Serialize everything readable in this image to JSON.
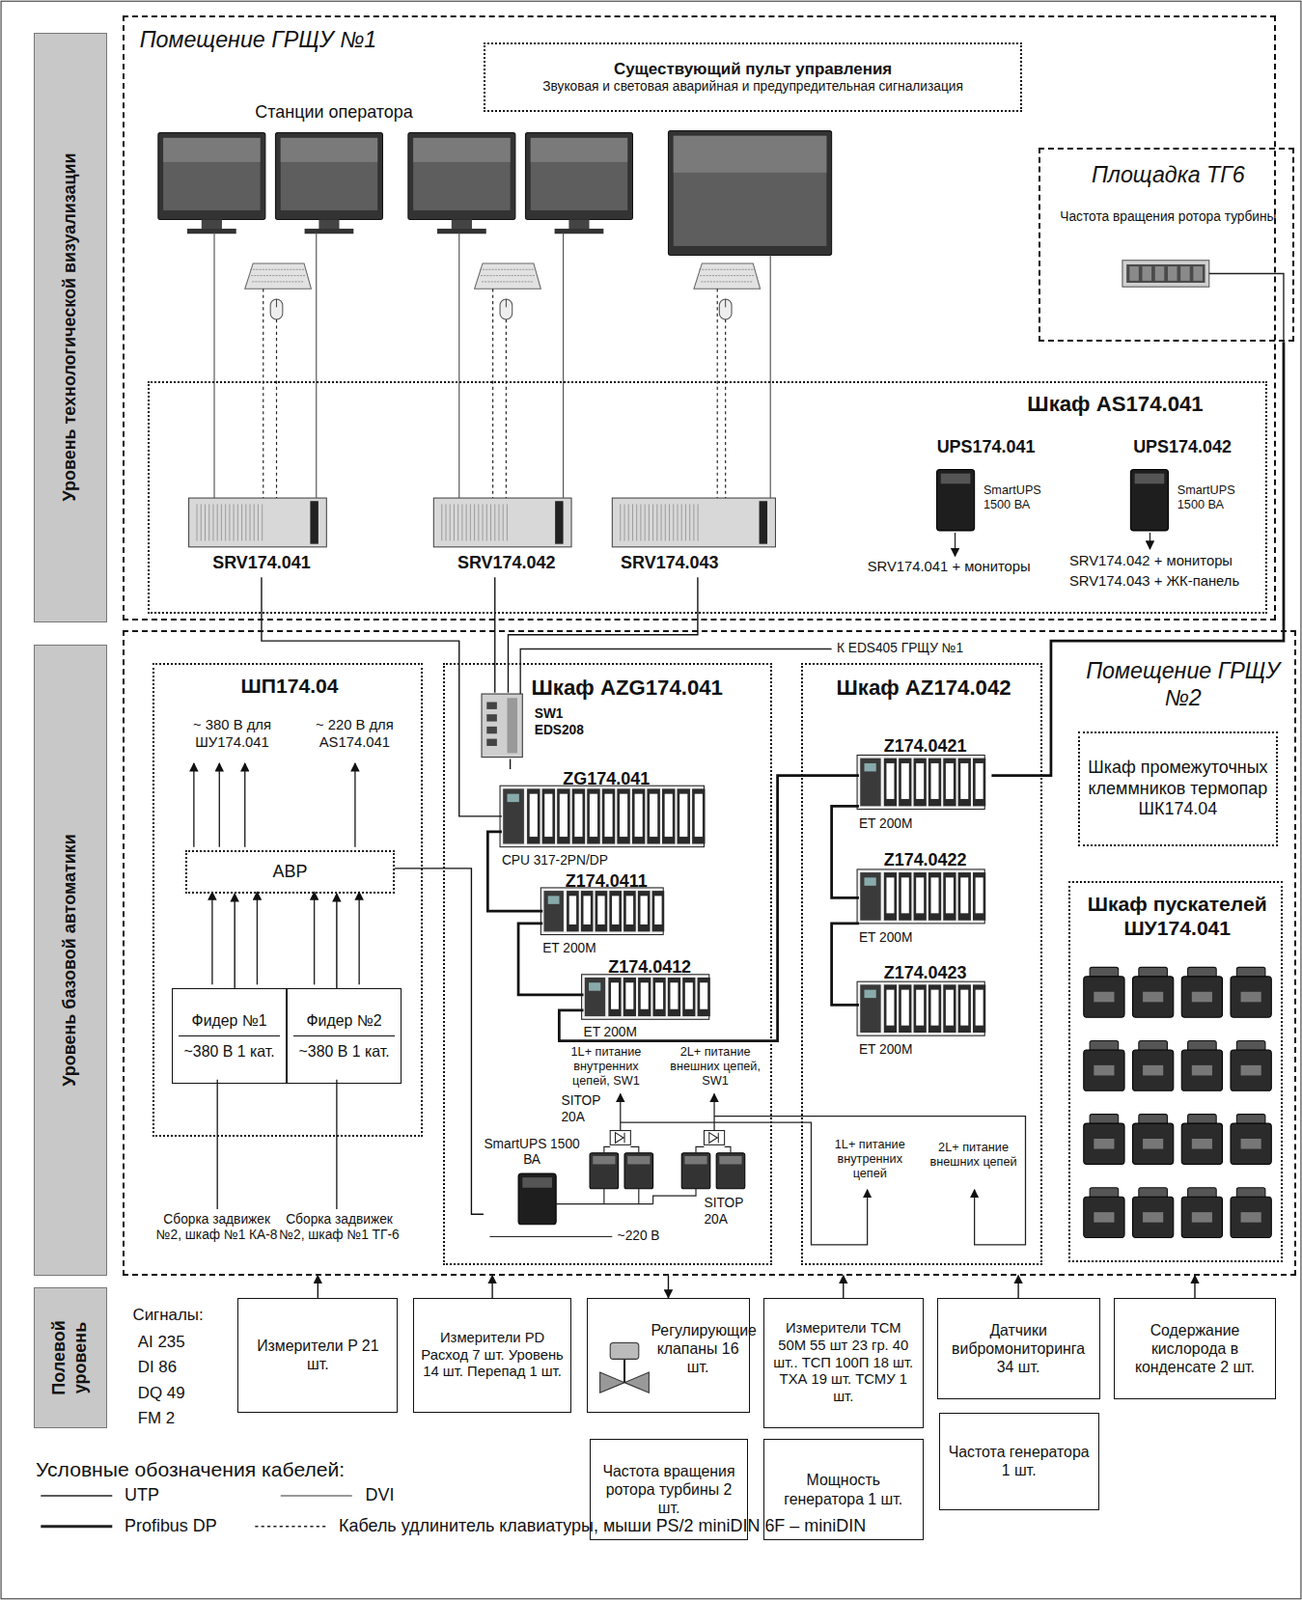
{
  "diagram": {
    "nodes": [
      {
        "text": [
          "Уровень технологической визуализации"
        ]
      },
      {
        "text": [
          "Уровень базовой автоматики"
        ]
      },
      {
        "text": [
          "Полевой уровень"
        ]
      },
      {
        "text": [
          "Помещение ГРЩУ №1"
        ]
      },
      {
        "text": [
          "Существующий пульт управления",
          "Звуковая и световая аварийная и предупредительная сигнализация"
        ],
        "in": 3
      },
      {
        "text": [
          "Шкаф AS174.041"
        ],
        "in": 3
      },
      {
        "text": [
          "SRV174.041"
        ],
        "in": 5
      },
      {
        "text": [
          "SRV174.042"
        ],
        "in": 5
      },
      {
        "text": [
          "SRV174.043"
        ],
        "in": 5
      },
      {
        "text": [
          "UPS174.041",
          "SmartUPS 1500 ВА"
        ],
        "in": 5
      },
      {
        "text": [
          "UPS174.042",
          "SmartUPS 1500 ВА"
        ],
        "in": 5
      },
      {
        "text": [
          "Площадка ТГ6",
          "Частота вращения ротора турбины"
        ]
      },
      {
        "text": [
          "Помещение ГРЩУ №2"
        ]
      },
      {
        "text": [
          "ШП174.04"
        ],
        "in": 12
      },
      {
        "text": [
          "АВР"
        ],
        "in": 13
      },
      {
        "text": [
          "Фидер №1",
          "~380 В 1 кат."
        ],
        "in": 13
      },
      {
        "text": [
          "Фидер №2",
          "~380 В 1 кат."
        ],
        "in": 13
      },
      {
        "text": [
          "Шкаф AZG174.041"
        ],
        "in": 12
      },
      {
        "text": [
          "SW1 EDS208"
        ],
        "in": 17
      },
      {
        "text": [
          "ZG174.041",
          "CPU 317-2PN/DP"
        ],
        "in": 17
      },
      {
        "text": [
          "Z174.0411",
          "ET 200M"
        ],
        "in": 17
      },
      {
        "text": [
          "Z174.0412",
          "ET 200M"
        ],
        "in": 17
      },
      {
        "text": [
          "SmartUPS 1500 ВА"
        ],
        "in": 17
      },
      {
        "text": [
          "Шкаф AZ174.042"
        ],
        "in": 12
      },
      {
        "text": [
          "Z174.0421",
          "ET 200M"
        ],
        "in": 23
      },
      {
        "text": [
          "Z174.0422",
          "ET 200M"
        ],
        "in": 23
      },
      {
        "text": [
          "Z174.0423",
          "ET 200M"
        ],
        "in": 23
      },
      {
        "text": [
          "Шкаф промежуточных клеммников термопар ШК174.04"
        ],
        "in": 12
      },
      {
        "text": [
          "Шкаф пускателей ШУ174.041"
        ],
        "in": 12
      },
      {
        "text": [
          "Измерители P 21 шт."
        ]
      },
      {
        "text": [
          "Измерители PD Расход 7 шт. Уровень 14 шт. Перепад 1 шт."
        ]
      },
      {
        "text": [
          "Регулирующие клапаны 16 шт."
        ]
      },
      {
        "text": [
          "Измерители ТСМ 50М 55 шт 23 гр. 40 шт.. ТСП 100П 18 шт. ТХА 19 шт. ТСМУ 1 шт."
        ]
      },
      {
        "text": [
          "Датчики вибромониторинга 34 шт."
        ]
      },
      {
        "text": [
          "Содержание кислорода в конденсате 2 шт."
        ]
      },
      {
        "text": [
          "Частота вращения ротора турбины 2 шт."
        ]
      },
      {
        "text": [
          "Мощность генератора 1 шт."
        ]
      },
      {
        "text": [
          "Частота генератора 1 шт."
        ]
      }
    ],
    "edges": [
      {
        "from": 6,
        "to": 19,
        "arrow": "none"
      },
      {
        "from": 7,
        "to": 18,
        "arrow": "none"
      },
      {
        "from": 8,
        "to": 18,
        "arrow": "none"
      },
      {
        "from": 18,
        "to": 19,
        "arrow": "none"
      },
      {
        "from": 19,
        "to": 20,
        "arrow": "none"
      },
      {
        "from": 20,
        "to": 21,
        "arrow": "none"
      },
      {
        "from": 21,
        "to": 24,
        "arrow": "none"
      },
      {
        "from": 24,
        "to": 25,
        "arrow": "none"
      },
      {
        "from": 25,
        "to": 26,
        "arrow": "none"
      },
      {
        "from": 24,
        "to": 11,
        "arrow": "none"
      },
      {
        "from": 15,
        "to": 14,
        "arrow": "to"
      },
      {
        "from": 16,
        "to": 14,
        "arrow": "to"
      },
      {
        "from": 14,
        "to": 22,
        "arrow": "none"
      },
      {
        "from": 29,
        "to": 12,
        "arrow": "to"
      },
      {
        "from": 30,
        "to": 12,
        "arrow": "to"
      },
      {
        "from": 12,
        "to": 31,
        "arrow": "to"
      },
      {
        "from": 32,
        "to": 12,
        "arrow": "to"
      },
      {
        "from": 33,
        "to": 12,
        "arrow": "to"
      },
      {
        "from": 34,
        "to": 12,
        "arrow": "to"
      }
    ],
    "labels": [
      "Станции оператора",
      "SRV174.041 + мониторы",
      "SRV174.042 + мониторы",
      "SRV174.043 + ЖК-панель",
      "К EDS405 ГРЩУ №1",
      "~ 380 В для ШУ174.041",
      "~ 220 В для AS174.041",
      "Сборка задвижек №2, шкаф №1 КА-8",
      "Сборка задвижек №2, шкаф №1 ТГ-6",
      "1L+ питание внутренних цепей, SW1",
      "2L+ питание внешних цепей, SW1",
      "SITOP 20A",
      "SITOP 20A",
      "~220 В",
      "1L+ питание внутренних цепей",
      "2L+ питание внешних цепей",
      "Сигналы:",
      "AI 235",
      "DI 86",
      "DQ 49",
      "FM 2",
      "Условные обозначения кабелей:"
    ],
    "legend": [
      {
        "text": "UTP"
      },
      {
        "text": "DVI"
      },
      {
        "text": "Profibus DP"
      },
      {
        "text": "Кабель удлинитель клавиатуры, мыши PS/2 miniDIN 6F – miniDIN"
      }
    ]
  }
}
